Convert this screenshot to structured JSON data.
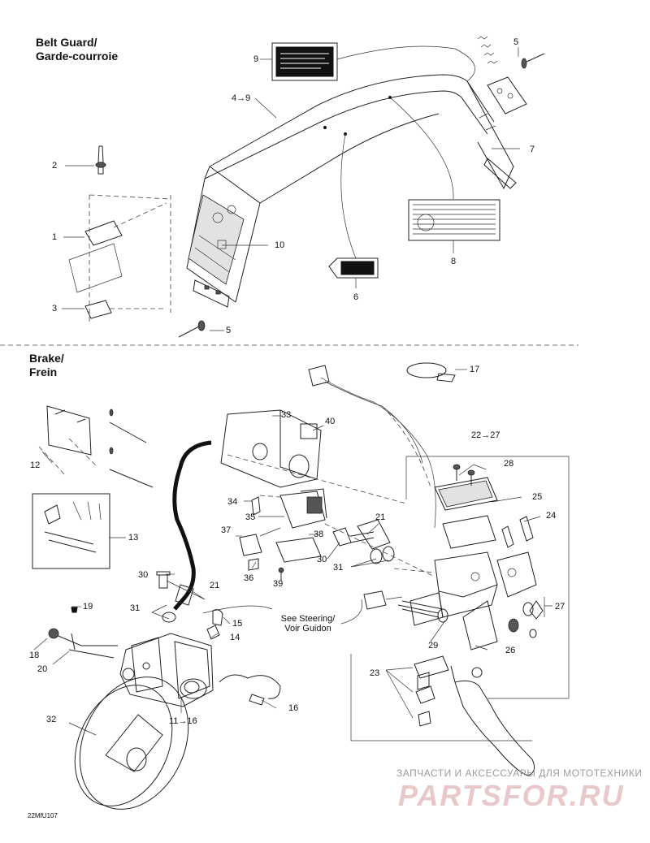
{
  "sections": {
    "belt_guard": {
      "title_line1": "Belt Guard/",
      "title_line2": "Garde-courroie"
    },
    "brake": {
      "title_line1": "Brake/",
      "title_line2": "Frein"
    }
  },
  "callouts": {
    "c1": "1",
    "c2": "2",
    "c3": "3",
    "c4_9": "4→9",
    "c5a": "5",
    "c5b": "5",
    "c6": "6",
    "c7": "7",
    "c8": "8",
    "c9": "9",
    "c10": "10",
    "c11_16": "11→16",
    "c12": "12",
    "c13": "13",
    "c14": "14",
    "c15": "15",
    "c16": "16",
    "c17": "17",
    "c18": "18",
    "c19": "19",
    "c20": "20",
    "c21a": "21",
    "c21b": "21",
    "c22_27": "22→27",
    "c23": "23",
    "c24": "24",
    "c25": "25",
    "c26": "26",
    "c27": "27",
    "c28": "28",
    "c29": "29",
    "c30a": "30",
    "c30b": "30",
    "c31a": "31",
    "c31b": "31",
    "c32": "32",
    "c33": "33",
    "c34": "34",
    "c35": "35",
    "c36": "36",
    "c37": "37",
    "c38": "38",
    "c39": "39",
    "c40": "40"
  },
  "see_note": {
    "line1": "See Steering/",
    "line2": "Voir Guidon"
  },
  "figure_code": "22MfU107",
  "watermark": {
    "line1": "ЗАПЧАСТИ И АКСЕССУАРЫ ДЛЯ МОТОТЕХНИКИ",
    "logo": "PARTSFOR.RU",
    "logo_color": "#e8c8c8"
  }
}
